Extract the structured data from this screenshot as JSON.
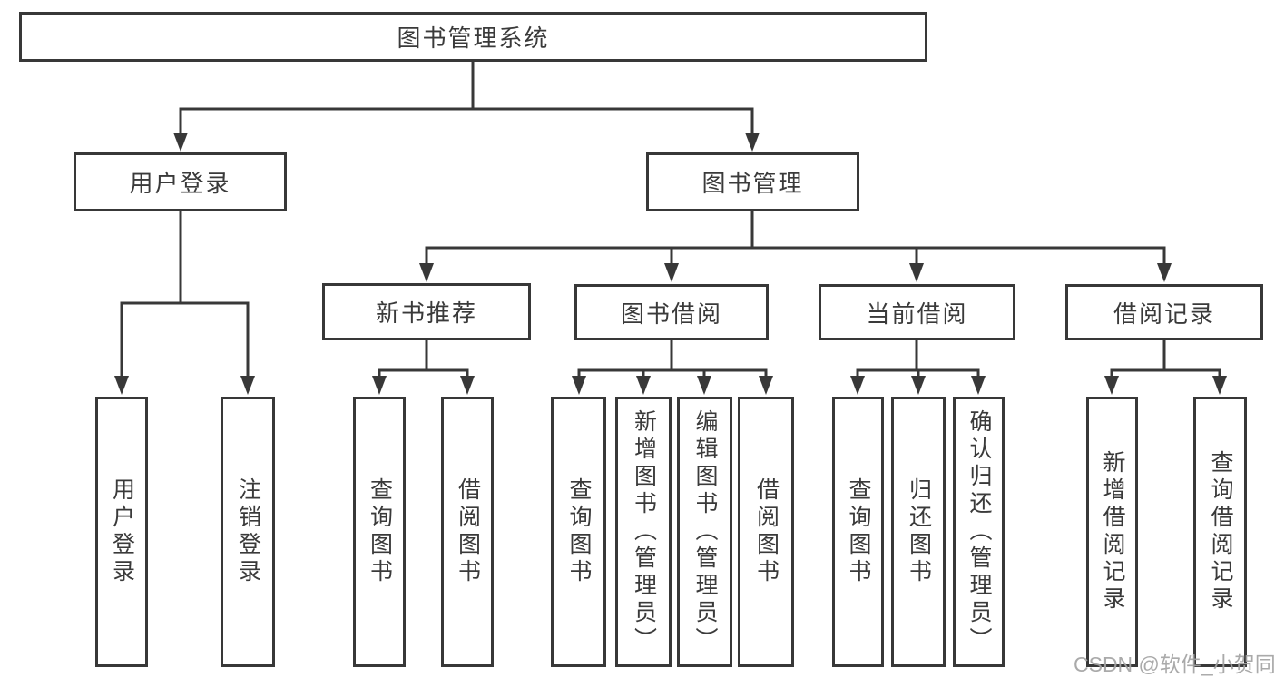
{
  "diagram": {
    "root": "图书管理系统",
    "level2": [
      {
        "label": "用户登录",
        "children": [
          "用户登录",
          "注销登录"
        ]
      },
      {
        "label": "图书管理",
        "children": [
          {
            "label": "新书推荐",
            "children": [
              "查询图书",
              "借阅图书"
            ]
          },
          {
            "label": "图书借阅",
            "children": [
              "查询图书",
              "新增图书（管理员）",
              "编辑图书（管理员）",
              "借阅图书"
            ]
          },
          {
            "label": "当前借阅",
            "children": [
              "查询图书",
              "归还图书",
              "确认归还（管理员）"
            ]
          },
          {
            "label": "借阅记录",
            "children": [
              "新增借阅记录",
              "查询借阅记录"
            ]
          }
        ]
      }
    ]
  },
  "watermark": "CSDN @软件_小贺同学",
  "colors": {
    "line": "#383838",
    "text": "#3a3a3a",
    "background": "#ffffff",
    "watermark": "#a3a3a3"
  }
}
